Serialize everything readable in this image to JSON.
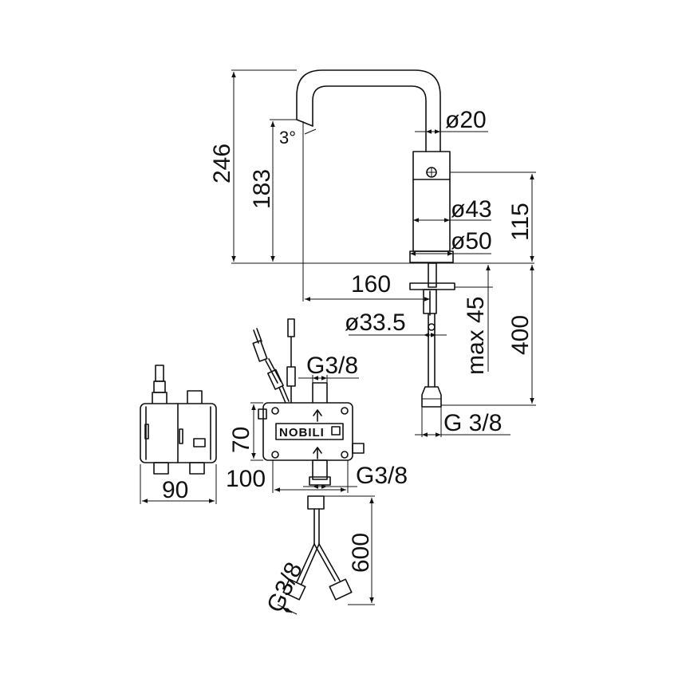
{
  "brand": {
    "logo_text": "NOBILI"
  },
  "dimensions": {
    "height_total": "246",
    "height_spout": "183",
    "angle": "3°",
    "spout_diameter": "ø20",
    "body_upper_diameter": "ø43",
    "body_base_diameter": "ø50",
    "body_height": "115",
    "reach": "160",
    "shank_diameter": "ø33.5",
    "max_deck": "max 45",
    "supply_length": "400",
    "supply_thread": "G 3/8",
    "box_top_thread": "G3/8",
    "box_height": "70",
    "box_width": "100",
    "box_bottom_thread": "G3/8",
    "side_width": "90",
    "hose_length": "600",
    "hose_thread": "G3/8"
  }
}
